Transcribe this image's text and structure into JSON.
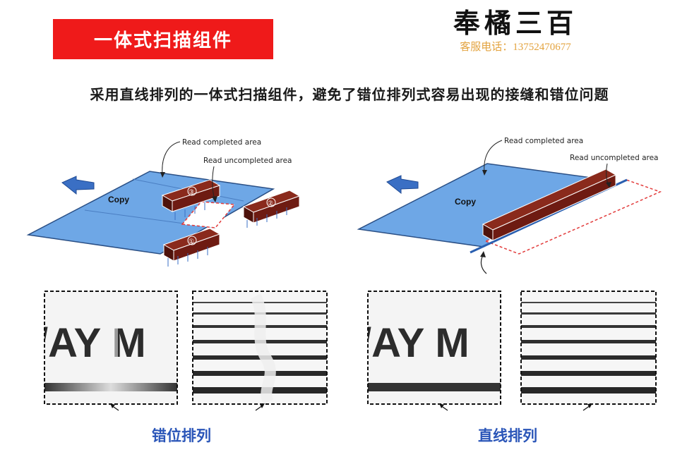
{
  "header": {
    "title": "一体式扫描组件",
    "brand_logo": "奉橘三百",
    "brand_phone": "客服电话：13752470677",
    "subtitle": "采用直线排列的一体式扫描组件，避免了错位排列式容易出现的接缝和错位问题"
  },
  "diagrams": {
    "read_completed": "Read completed area",
    "read_uncompleted": "Read uncompleted area",
    "paper_label": "Copy",
    "sensor_numbers": [
      "①",
      "②",
      "③"
    ]
  },
  "samples": {
    "text": "/AY M"
  },
  "captions": {
    "left": "错位排列",
    "right": "直线排列"
  },
  "colors": {
    "banner": "#ef1a1a",
    "paper": "#6ea7e6",
    "sensor": "#6e1b12",
    "caption": "#2a55b8",
    "phone": "#e3a33f"
  }
}
